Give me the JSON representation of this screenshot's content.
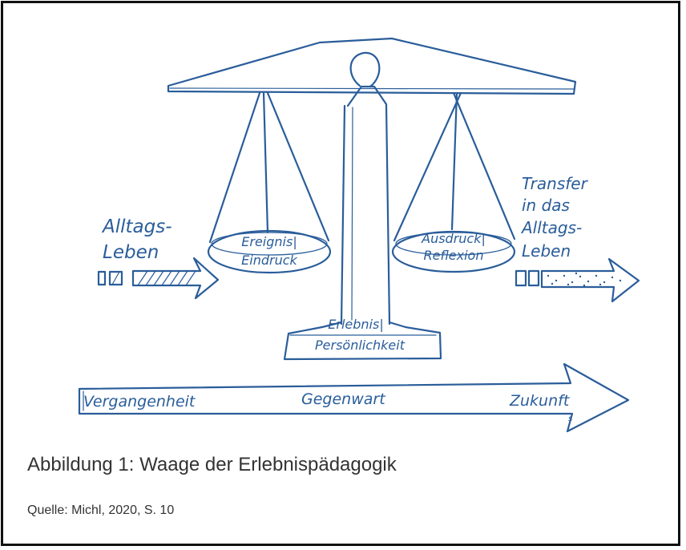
{
  "diagram": {
    "left_input": {
      "line1": "Alltags-",
      "line2": "Leben"
    },
    "left_pan": {
      "line1": "Ereignis|",
      "line2": "Eindruck"
    },
    "right_pan": {
      "line1": "Ausdruck|",
      "line2": "Reflexion"
    },
    "base": {
      "line1": "Erlebnis|",
      "line2": "Persönlichkeit"
    },
    "right_output": {
      "line1": "Transfer",
      "line2": "in das",
      "line3": "Alltags-",
      "line4": "Leben"
    },
    "timeline": {
      "past": "Vergangenheit",
      "present": "Gegenwart",
      "future": "Zukunft",
      "signature": "s"
    },
    "ink_color": "#2a5d9a"
  },
  "caption": "Abbildung 1: Waage der Erlebnispädagogik",
  "source": "Quelle: Michl, 2020, S. 10"
}
